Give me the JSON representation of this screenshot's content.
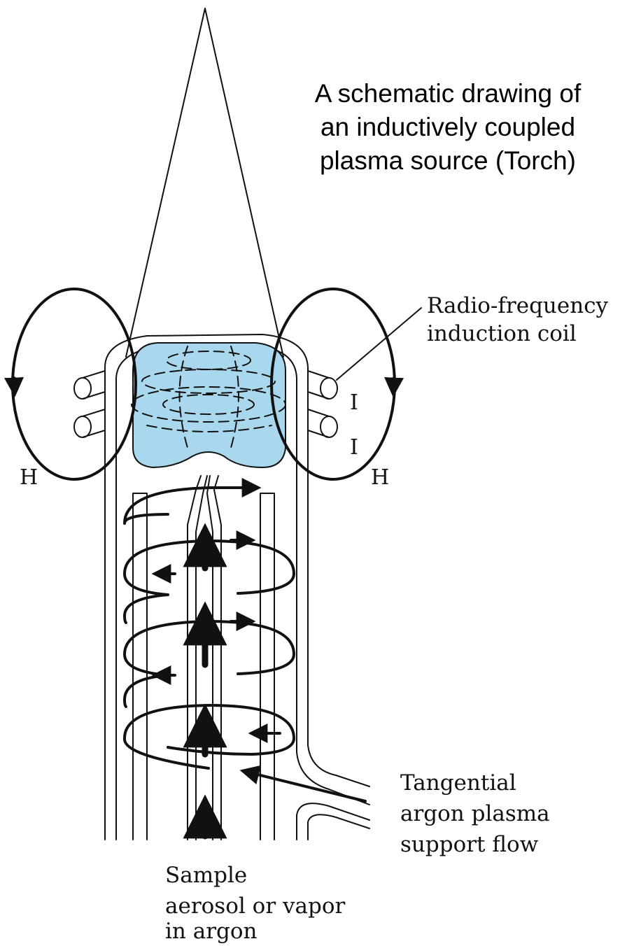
{
  "title": {
    "lines": [
      "A schematic drawing of",
      "an inductively coupled",
      "plasma source (Torch)"
    ]
  },
  "labels": {
    "coil": [
      "Radio-frequency",
      "induction coil"
    ],
    "flow": [
      "Tangential",
      "argon plasma",
      "support flow"
    ],
    "sample": [
      "Sample",
      "aerosol or vapor",
      "in argon"
    ],
    "current_1": "I",
    "current_2": "I",
    "field_left": "H",
    "field_right": "H"
  },
  "colors": {
    "plasma": "#a9d8ee",
    "ink": "#111111",
    "background": "#ffffff"
  }
}
